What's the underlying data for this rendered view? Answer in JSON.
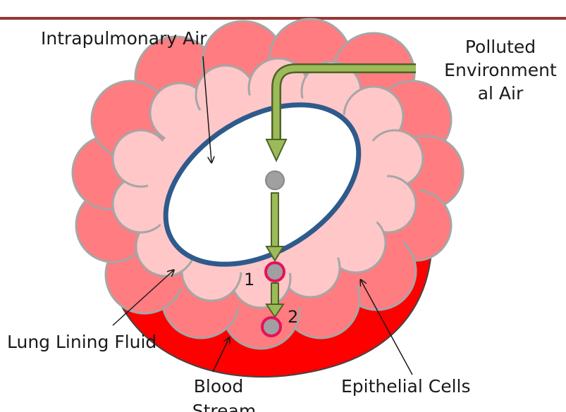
{
  "labels": {
    "intrapulmonary_air": "Intrapulmonary Air",
    "polluted_air_line1": "Polluted",
    "polluted_air_line2": "Environment",
    "polluted_air_line3": "al Air",
    "lung_lining_fluid": "Lung Lining Fluid",
    "blood_stream_line1": "Blood",
    "blood_stream_line2": "Stream",
    "epithelial_cells": "Epithelial Cells",
    "marker_1": "1",
    "marker_2": "2"
  },
  "colors": {
    "top_rule": "#953735",
    "epithelial_fill": "#ff7c80",
    "lining_fluid_fill": "#ffc7c8",
    "blood_fill": "#ff0000",
    "outline_gray": "#a6a6a6",
    "airspace_ring": "#2e5a8c",
    "arrow_green": "#76923c",
    "particle_gray": "#a0a0a0",
    "particle_ring": "#e6115c"
  }
}
